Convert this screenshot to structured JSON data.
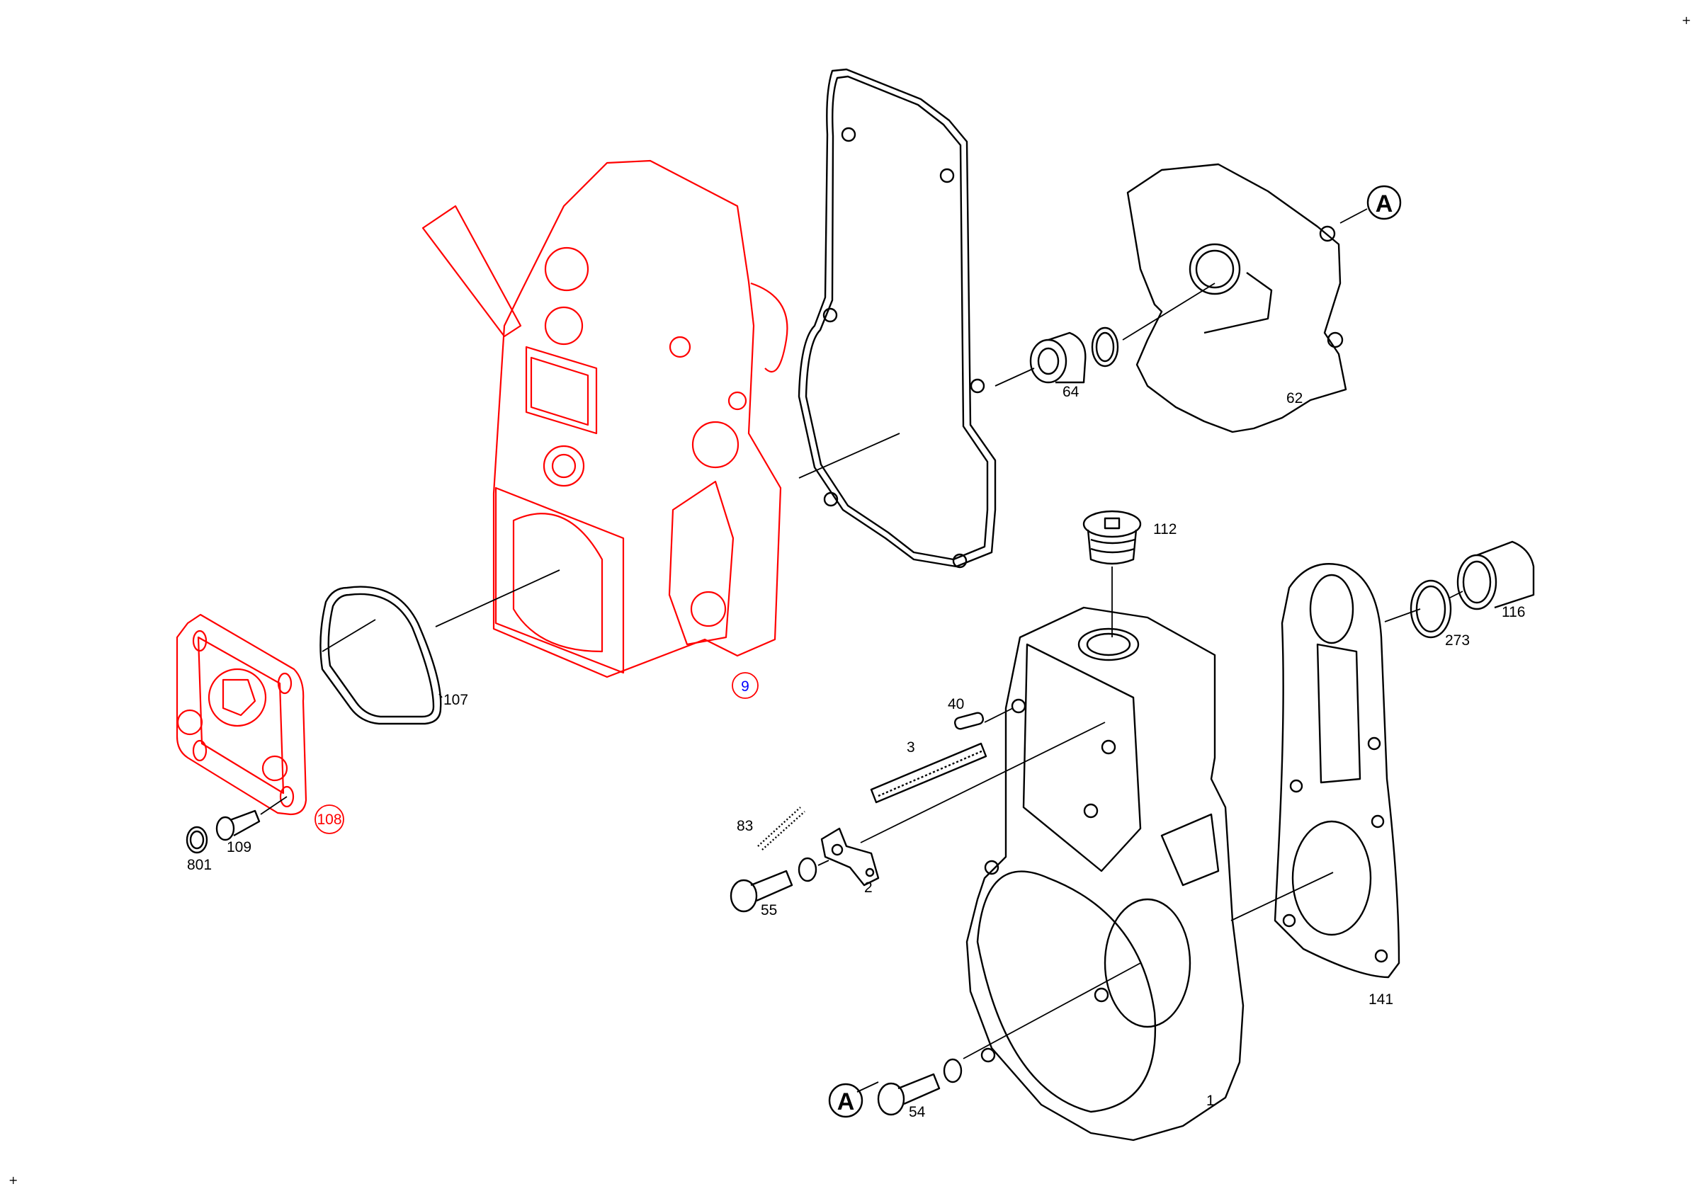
{
  "diagram": {
    "parts": {
      "p1": "1",
      "p2": "2",
      "p3": "3",
      "p9": "9",
      "p40": "40",
      "p54": "54",
      "p55": "55",
      "p62": "62",
      "p64": "64",
      "p83": "83",
      "p107": "107",
      "p108": "108",
      "p109": "109",
      "p112": "112",
      "p116": "116",
      "p141": "141",
      "p273": "273",
      "p801": "801"
    },
    "reference_marks": {
      "top": "A",
      "bottom": "A"
    },
    "crosshair": "+",
    "colors": {
      "highlight": "#ff0000",
      "selected_label": "#0000ff",
      "line": "#000000"
    }
  }
}
